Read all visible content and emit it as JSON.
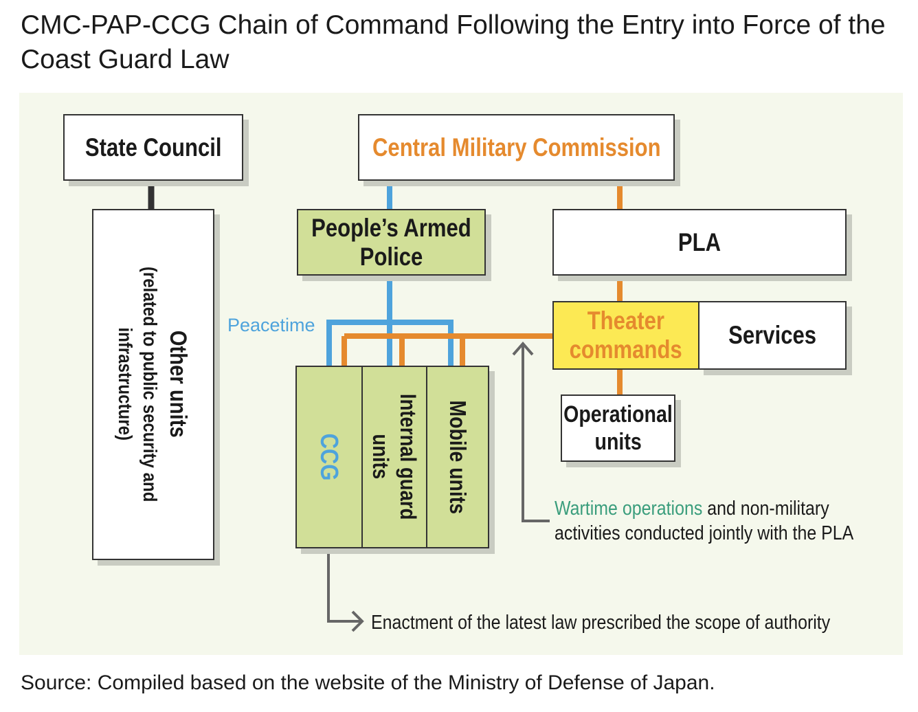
{
  "title": "CMC-PAP-CCG Chain of Command Following the Entry into Force of the Coast Guard Law",
  "source": "Source: Compiled based on the website of the Ministry of Defense of Japan.",
  "colors": {
    "panel": "#f5f8ec",
    "orange": "#e58a2e",
    "blue": "#4ea3dc",
    "green_box": "#d1df98",
    "yellow_box": "#fce954",
    "teal_text": "#3a9d7c",
    "black_line": "#333333",
    "gray_arrow": "#666666"
  },
  "nodes": {
    "state_council": "State Council",
    "cmc": "Central Military Commission",
    "pap_line1": "People’s Armed",
    "pap_line2": "Police",
    "pla": "PLA",
    "theater_line1": "Theater",
    "theater_line2": "commands",
    "services": "Services",
    "operational_line1": "Operational",
    "operational_line2": "units",
    "other_units_line1": "Other units",
    "other_units_line2": "(related to public security and",
    "other_units_line3": "infrastructure)",
    "ccg": "CCG",
    "internal_guard_line1": "Internal guard",
    "internal_guard_line2": "units",
    "mobile_units": "Mobile units"
  },
  "labels": {
    "peacetime": "Peacetime",
    "wartime_highlight": "Wartime operations",
    "wartime_rest_line1": " and non-military",
    "wartime_line2": "activities conducted jointly with the PLA",
    "enactment": "Enactment of the latest law prescribed the scope of authority"
  }
}
